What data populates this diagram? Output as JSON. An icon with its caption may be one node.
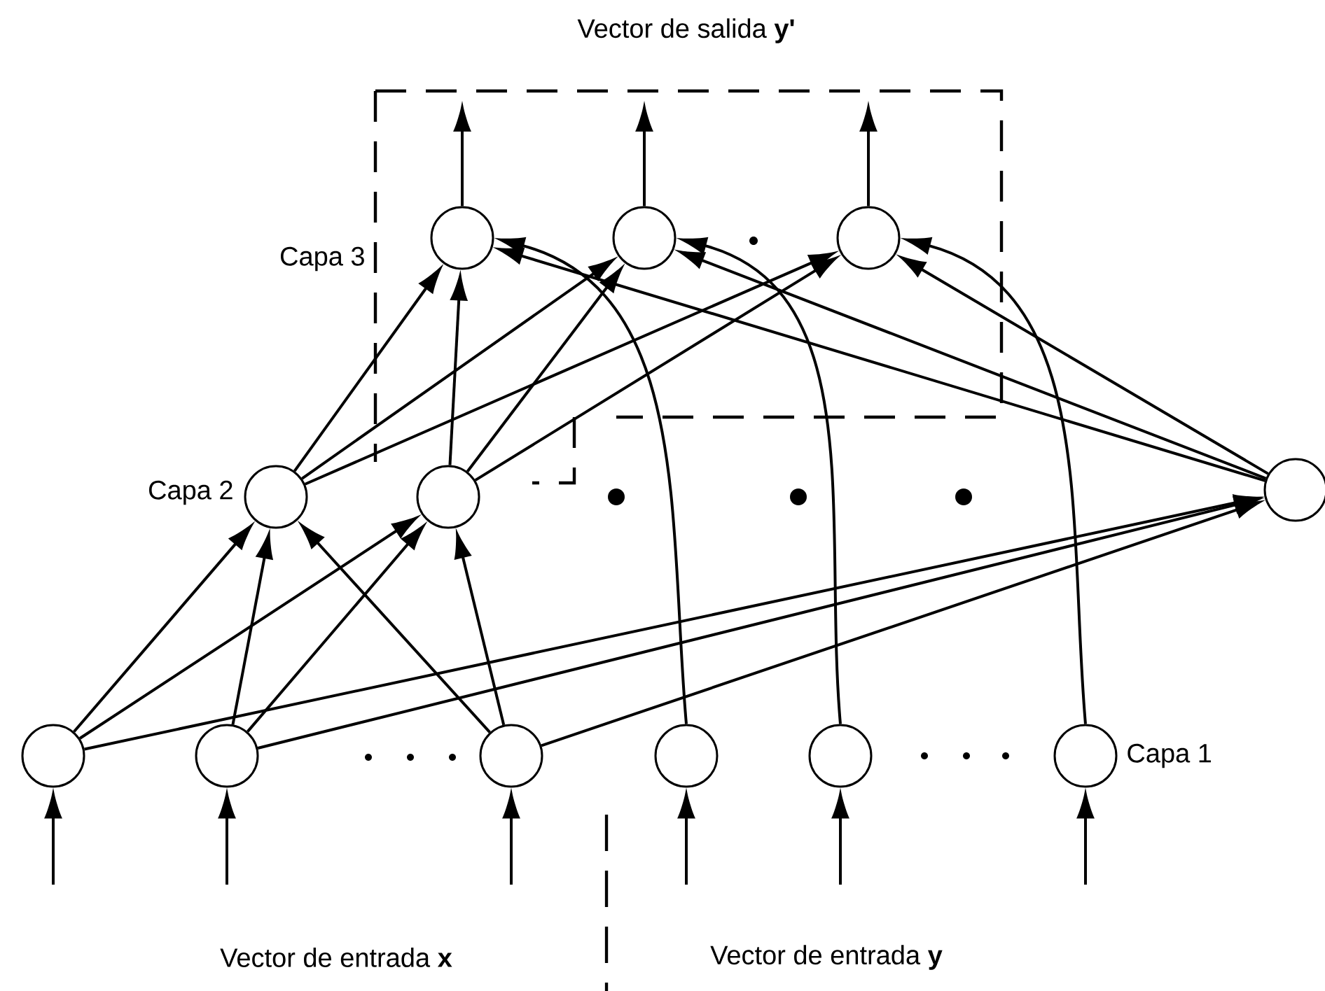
{
  "diagram": {
    "title": "Vector de salida **y'**",
    "nodes": [
      {
        "text": [],
        "shape": "circle"
      },
      {
        "text": [],
        "shape": "circle"
      },
      {
        "text": [],
        "shape": "circle"
      },
      {
        "text": [],
        "shape": "circle"
      },
      {
        "text": [],
        "shape": "circle"
      },
      {
        "text": [],
        "shape": "circle"
      },
      {
        "text": [],
        "shape": "circle"
      },
      {
        "text": [],
        "shape": "circle"
      },
      {
        "text": [],
        "shape": "circle"
      },
      {
        "text": [],
        "shape": "circle"
      },
      {
        "text": [],
        "shape": "circle"
      },
      {
        "text": [],
        "shape": "circle"
      }
    ],
    "edges": [
      {
        "from": null,
        "to": 0,
        "arrow": "to"
      },
      {
        "from": null,
        "to": 1,
        "arrow": "to"
      },
      {
        "from": null,
        "to": 2,
        "arrow": "to"
      },
      {
        "from": null,
        "to": 3,
        "arrow": "to"
      },
      {
        "from": null,
        "to": 4,
        "arrow": "to"
      },
      {
        "from": null,
        "to": 5,
        "arrow": "to"
      },
      {
        "from": 0,
        "to": 6,
        "arrow": "to"
      },
      {
        "from": 1,
        "to": 6,
        "arrow": "to"
      },
      {
        "from": 2,
        "to": 6,
        "arrow": "to"
      },
      {
        "from": 0,
        "to": 7,
        "arrow": "to"
      },
      {
        "from": 1,
        "to": 7,
        "arrow": "to"
      },
      {
        "from": 2,
        "to": 7,
        "arrow": "to"
      },
      {
        "from": 0,
        "to": 8,
        "arrow": "to"
      },
      {
        "from": 1,
        "to": 8,
        "arrow": "to"
      },
      {
        "from": 2,
        "to": 8,
        "arrow": "to"
      },
      {
        "from": 6,
        "to": 9,
        "arrow": "to"
      },
      {
        "from": 6,
        "to": 10,
        "arrow": "to"
      },
      {
        "from": 6,
        "to": 11,
        "arrow": "to"
      },
      {
        "from": 7,
        "to": 9,
        "arrow": "to"
      },
      {
        "from": 7,
        "to": 10,
        "arrow": "to"
      },
      {
        "from": 7,
        "to": 11,
        "arrow": "to"
      },
      {
        "from": 8,
        "to": 9,
        "arrow": "to"
      },
      {
        "from": 8,
        "to": 10,
        "arrow": "to"
      },
      {
        "from": 8,
        "to": 11,
        "arrow": "to"
      },
      {
        "from": 3,
        "to": 9,
        "arrow": "to"
      },
      {
        "from": 4,
        "to": 10,
        "arrow": "to"
      },
      {
        "from": 5,
        "to": 11,
        "arrow": "to"
      },
      {
        "from": 9,
        "to": null,
        "arrow": "to"
      },
      {
        "from": 10,
        "to": null,
        "arrow": "to"
      },
      {
        "from": 11,
        "to": null,
        "arrow": "to"
      }
    ],
    "labels": [
      "Capa 3",
      "Capa 2",
      "Capa 1",
      "Vector de entrada **x**",
      "Vector de entrada **y**"
    ]
  }
}
